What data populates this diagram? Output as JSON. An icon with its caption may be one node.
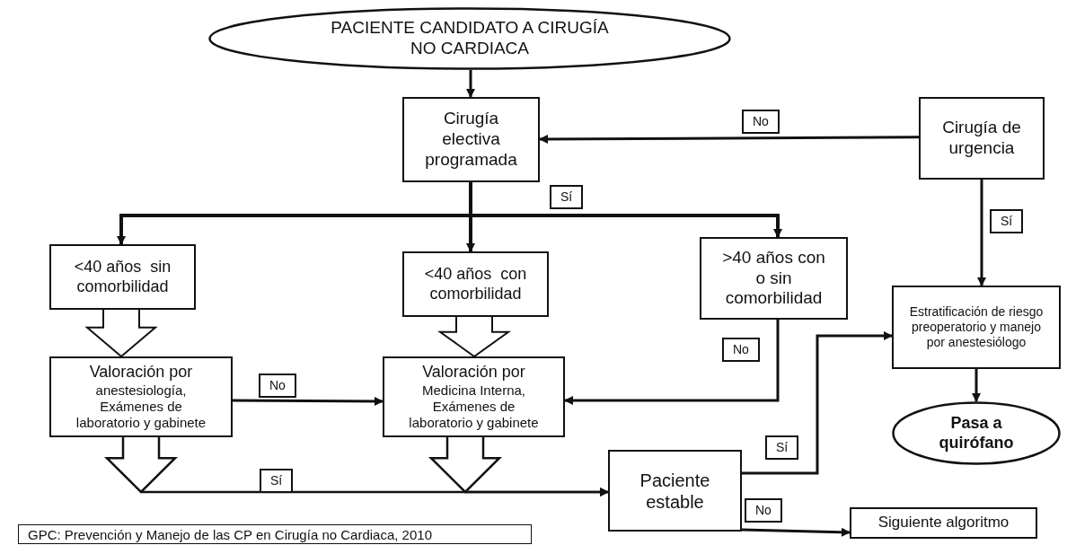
{
  "diagram": {
    "caption": "GPC: Prevención y Manejo de las CP en Cirugía no Cardiaca, 2010",
    "nodes": [
      {
        "text": [
          "PACIENTE CANDIDATO A CIRUGÍA NO CARDIACA"
        ]
      },
      {
        "text": [
          "Cirugía electiva programada"
        ]
      },
      {
        "text": [
          "Cirugía de urgencia"
        ]
      },
      {
        "text": [
          "<40 años  sin comorbilidad"
        ]
      },
      {
        "text": [
          "<40 años  con comorbilidad"
        ]
      },
      {
        "text": [
          ">40 años con o sin comorbilidad"
        ]
      },
      {
        "text": [
          "Estratificación de riesgo preoperatorio y manejo por anestesiólogo"
        ]
      },
      {
        "text": [
          "Valoración por",
          "anestesiología, Exámenes de laboratorio y gabinete"
        ]
      },
      {
        "text": [
          "Valoración por",
          "Medicina Interna, Exámenes de laboratorio y gabinete"
        ]
      },
      {
        "text": [
          "Pasa a quirófano"
        ]
      },
      {
        "text": [
          "Paciente estable"
        ]
      },
      {
        "text": [
          "Siguiente algoritmo"
        ]
      }
    ],
    "edges": [
      {
        "from": 0,
        "to": 1,
        "arrow": "to"
      },
      {
        "from": 2,
        "to": 1,
        "arrow": "to",
        "label": "No"
      },
      {
        "from": 1,
        "to": 3,
        "arrow": "to"
      },
      {
        "from": 1,
        "to": 4,
        "arrow": "to"
      },
      {
        "from": 1,
        "to": 5,
        "arrow": "to",
        "label": "Sí"
      },
      {
        "from": 2,
        "to": 6,
        "arrow": "to",
        "label": "Sí"
      },
      {
        "from": 3,
        "to": 7,
        "arrow": "to",
        "style": "thick"
      },
      {
        "from": 4,
        "to": 8,
        "arrow": "to",
        "style": "thick"
      },
      {
        "from": 7,
        "to": 8,
        "arrow": "to",
        "label": "No"
      },
      {
        "from": 5,
        "to": 8,
        "arrow": "to",
        "label": "No"
      },
      {
        "from": 7,
        "to": 10,
        "arrow": "to",
        "label": "Sí"
      },
      {
        "from": 8,
        "to": 10,
        "arrow": "to"
      },
      {
        "from": 10,
        "to": 6,
        "arrow": "to",
        "label": "Sí"
      },
      {
        "from": 10,
        "to": 11,
        "arrow": "to",
        "label": "No"
      },
      {
        "from": 6,
        "to": 9,
        "arrow": "to"
      }
    ]
  }
}
